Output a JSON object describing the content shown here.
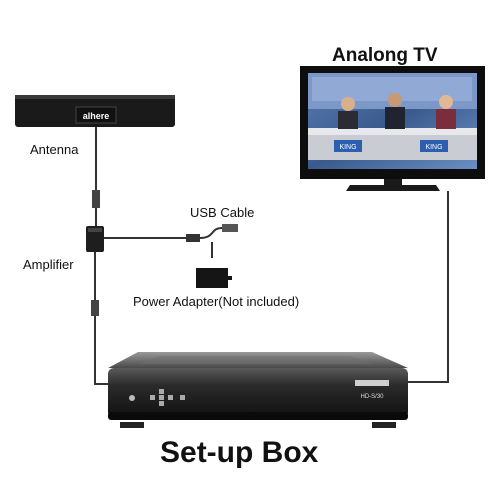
{
  "title": "Analong TV",
  "antenna": {
    "label": "Antenna",
    "brand": "alhere"
  },
  "usb": {
    "label": "USB Cable"
  },
  "amplifier": {
    "label": "Amplifier"
  },
  "power": {
    "label": "Power Adapter(Not included)"
  },
  "setupbox": {
    "label": "Set-up Box",
    "model": "HD-S/30"
  },
  "tv": {
    "screen_text": "KING"
  }
}
